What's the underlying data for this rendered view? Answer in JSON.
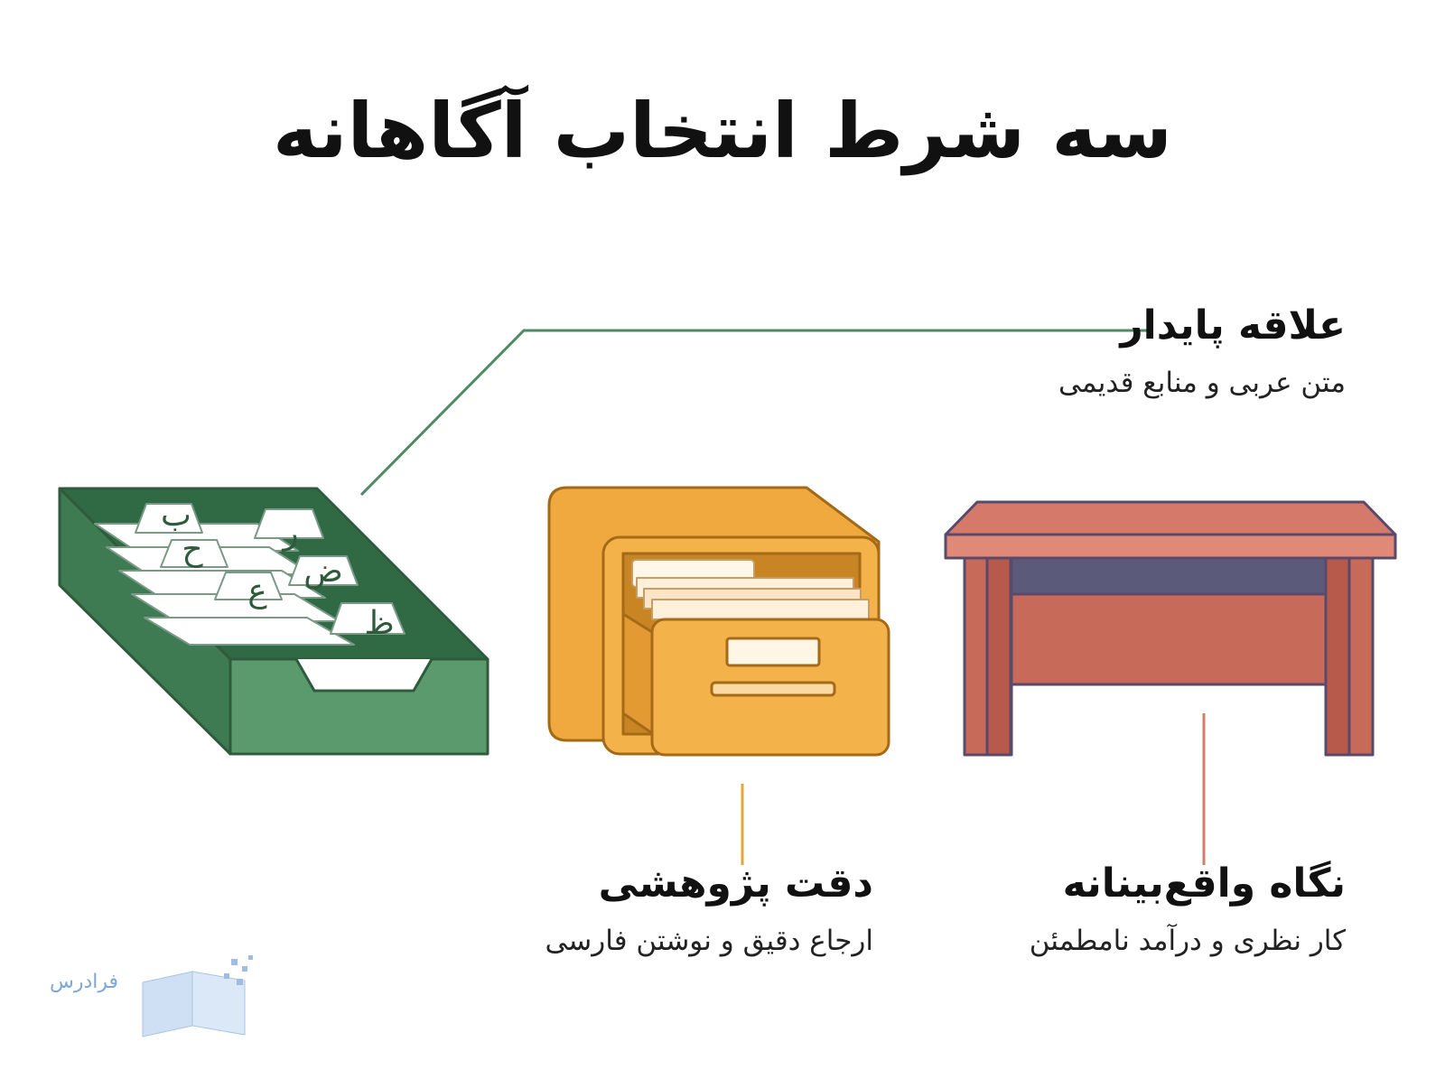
{
  "title": "سه شرط انتخاب آگاهانه",
  "conditions": [
    {
      "title": "علاقه پایدار",
      "subtitle": "متن عربی و منابع قدیمی",
      "icon": "card-catalog-box-icon",
      "color": "#3f7a4f"
    },
    {
      "title": "دقت پژوهشی",
      "subtitle": "ارجاع دقیق و نوشتن فارسی",
      "icon": "file-cabinet-icon",
      "color": "#e3a63a"
    },
    {
      "title": "نگاه واقع‌بینانه",
      "subtitle": "کار نظری و درآمد نامطمئن",
      "icon": "desk-icon",
      "color": "#c96a58"
    }
  ],
  "card_letters": [
    "ب",
    "ر",
    "ح",
    "ض",
    "ع",
    "ظ"
  ],
  "logo": {
    "text": "فرادرس"
  }
}
